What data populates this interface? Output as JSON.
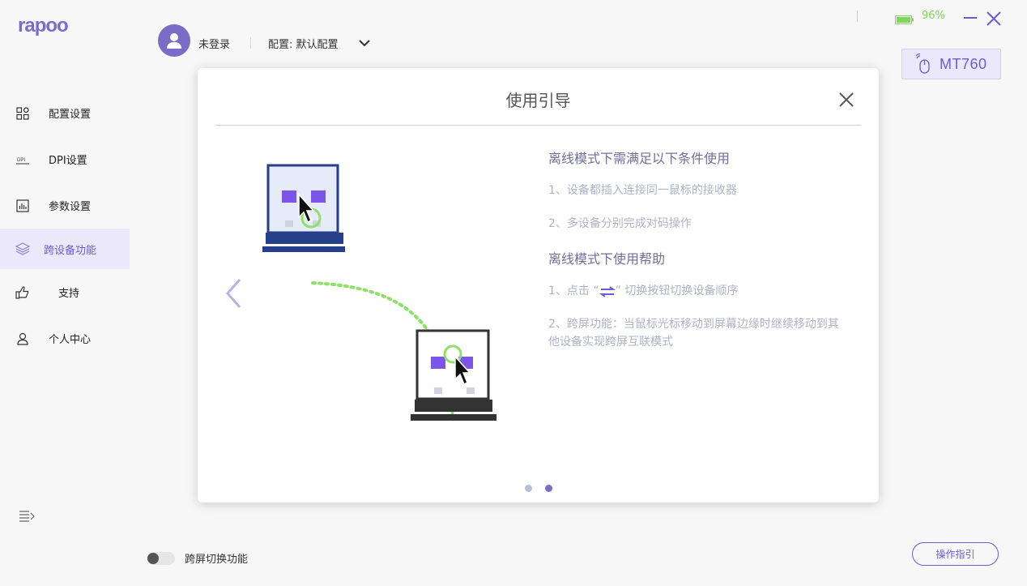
{
  "app": {
    "logo": "rapoo"
  },
  "sidebar": {
    "items": [
      {
        "label": "配置设置",
        "icon": "grid-icon"
      },
      {
        "label": "DPI设置",
        "icon": "dpi-icon"
      },
      {
        "label": "参数设置",
        "icon": "chart-icon"
      },
      {
        "label": "跨设备功能",
        "icon": "layers-icon",
        "active": true
      },
      {
        "label": "支持",
        "icon": "thumbs-up-icon"
      },
      {
        "label": "个人中心",
        "icon": "user-icon"
      }
    ]
  },
  "header": {
    "login_status": "未登录",
    "config_label": "配置: 默认配置"
  },
  "status": {
    "battery_percent": "96%",
    "device_name": "MT760"
  },
  "modal": {
    "title": "使用引导",
    "section1_title": "离线模式下需满足以下条件使用",
    "section1_items": [
      "1、设备都插入连接同一鼠标的接收器",
      "2、多设备分别完成对码操作"
    ],
    "section2_title": "离线模式下使用帮助",
    "section2_item1_prefix": "1、点击 “",
    "section2_item1_suffix": "” 切换按钮切换设备顺序",
    "section2_item2": "2、跨屏功能：当鼠标光标移动到屏幕边缘时继续移动到其他设备实现跨屏互联模式",
    "page_current": 2,
    "page_total": 2
  },
  "footer": {
    "toggle_label": "跨屏切换功能",
    "toggle_on": false,
    "guide_button": "操作指引"
  },
  "colors": {
    "accent": "#7b6cc7",
    "accent_light": "#ece8fb",
    "battery": "#7fd65a",
    "dotted_path": "#8ee06a"
  }
}
